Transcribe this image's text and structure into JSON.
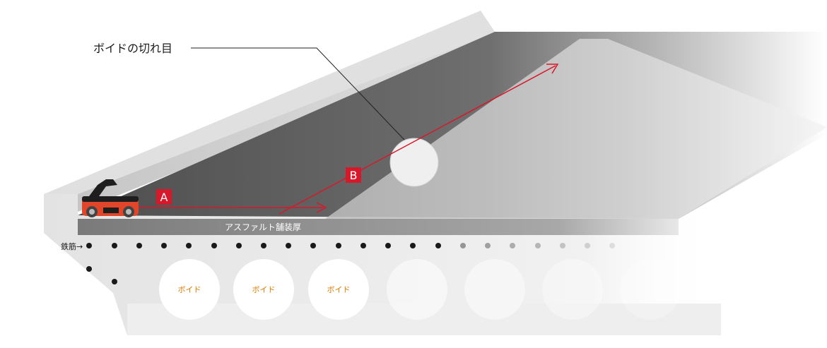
{
  "callout": {
    "void_seam": "ボイドの切れ目"
  },
  "paths": {
    "a": "A",
    "b": "B"
  },
  "labels": {
    "asphalt": "アスファルト舗装厚",
    "rebar": "鉄筋→",
    "void": "ボイド"
  },
  "voids_labeled": [
    "ボイド",
    "ボイド",
    "ボイド"
  ],
  "colors": {
    "accent_red": "#d7182a",
    "void_text": "#e07a00",
    "rebar_dot": "#1a1a1a",
    "robot_body": "#e2462a"
  },
  "icons": {
    "scanner": "gpr-scanner-robot-icon"
  }
}
